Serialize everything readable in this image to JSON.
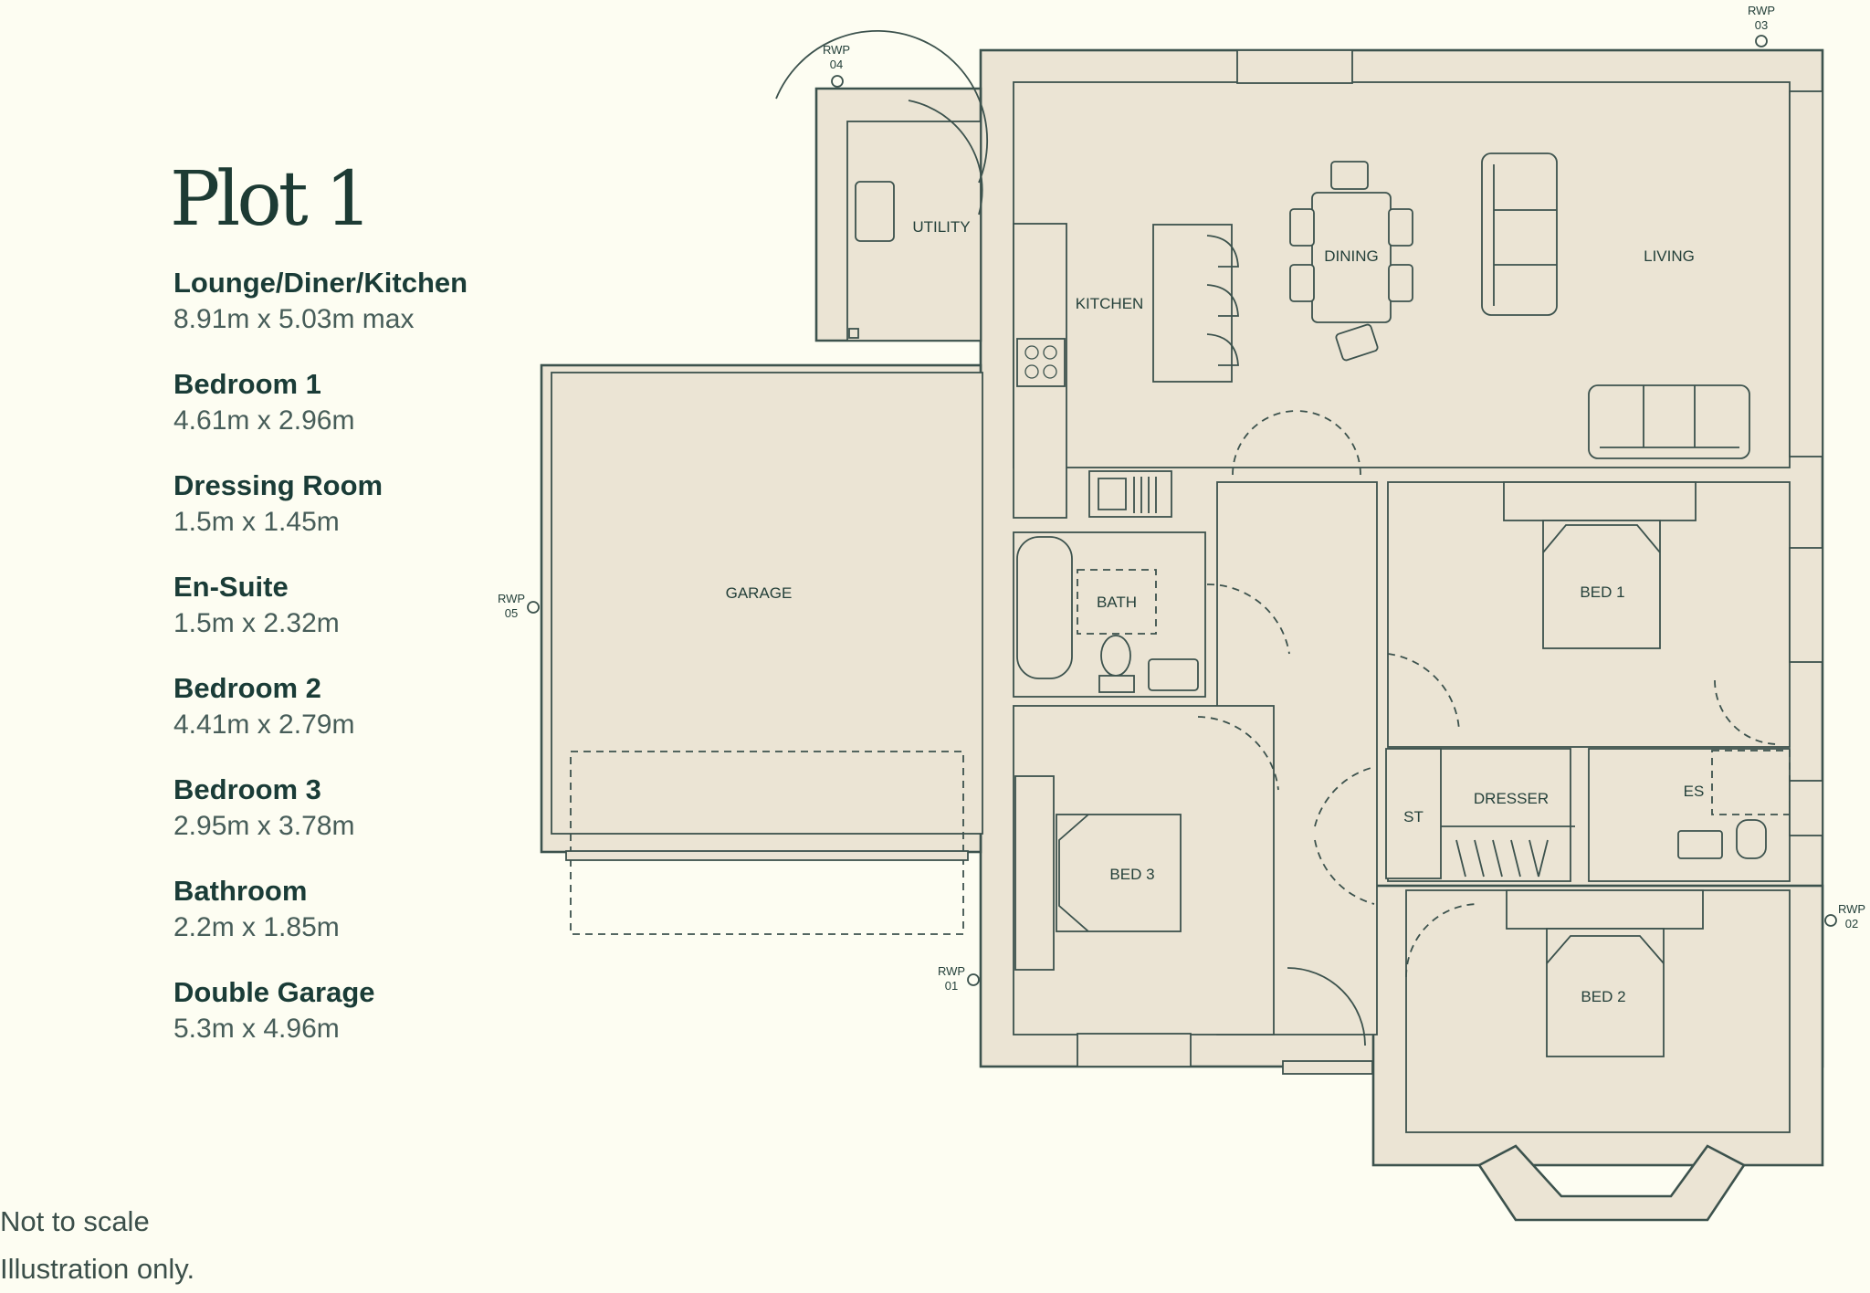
{
  "title": "Plot 1",
  "rooms": [
    {
      "name": "Lounge/Diner/Kitchen",
      "size": "8.91m x 5.03m max"
    },
    {
      "name": "Bedroom 1",
      "size": "4.61m x 2.96m"
    },
    {
      "name": "Dressing Room",
      "size": "1.5m x 1.45m"
    },
    {
      "name": "En-Suite",
      "size": "1.5m x 2.32m"
    },
    {
      "name": "Bedroom 2",
      "size": "4.41m x 2.79m"
    },
    {
      "name": "Bedroom 3",
      "size": "2.95m x 3.78m"
    },
    {
      "name": "Bathroom",
      "size": "2.2m x 1.85m"
    },
    {
      "name": "Double Garage",
      "size": "5.3m x 4.96m"
    }
  ],
  "notes": [
    "Not to scale",
    "Illustration only."
  ],
  "plan_labels": {
    "utility": "UTILITY",
    "kitchen": "KITCHEN",
    "dining": "DINING",
    "living": "LIVING",
    "garage": "GARAGE",
    "bath": "BATH",
    "bed1": "BED 1",
    "bed2": "BED 2",
    "bed3": "BED 3",
    "st": "ST",
    "dresser": "DRESSER",
    "es": "ES"
  },
  "rwp": [
    {
      "label": "RWP",
      "num": "01"
    },
    {
      "label": "RWP",
      "num": "02"
    },
    {
      "label": "RWP",
      "num": "03"
    },
    {
      "label": "RWP",
      "num": "04"
    },
    {
      "label": "RWP",
      "num": "05"
    }
  ],
  "colors": {
    "background": "#fdfdf2",
    "floor": "#ebe4d4",
    "line": "#3c524d",
    "text": "#1a3c37"
  }
}
